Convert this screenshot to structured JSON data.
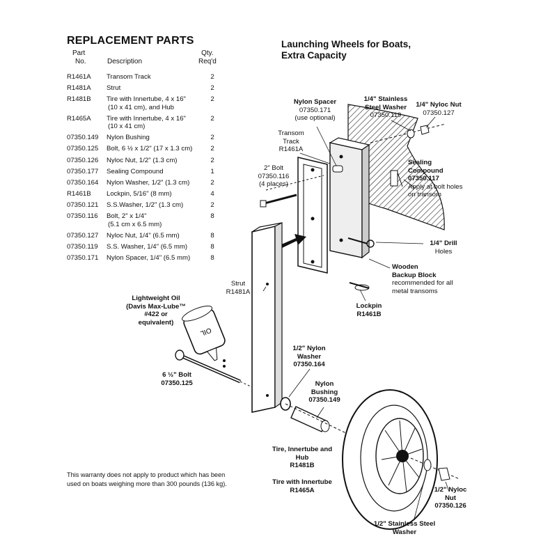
{
  "header": {
    "title": "REPLACEMENT PARTS",
    "doc_title_line1": "Launching Wheels for Boats,",
    "doc_title_line2": "Extra Capacity"
  },
  "columns": {
    "part_no_line1": "Part",
    "part_no_line2": "No.",
    "description": "Description",
    "qty_line1": "Qty.",
    "qty_line2": "Req'd"
  },
  "parts": [
    {
      "part_no": "R1461A",
      "description": "Transom Track",
      "description2": "",
      "qty": "2"
    },
    {
      "part_no": "R1481A",
      "description": "Strut",
      "description2": "",
      "qty": "2"
    },
    {
      "part_no": "R1481B",
      "description": "Tire with Innertube, 4 x 16\"",
      "description2": "(10 x 41 cm), and Hub",
      "qty": "2"
    },
    {
      "part_no": "R1465A",
      "description": "Tire with Innertube, 4 x 16\"",
      "description2": "(10 x 41 cm)",
      "qty": "2"
    },
    {
      "part_no": "07350.149",
      "description": "Nylon Bushing",
      "description2": "",
      "qty": "2"
    },
    {
      "part_no": "07350.125",
      "description": "Bolt, 6 ½ x 1/2\" (17 x 1.3 cm)",
      "description2": "",
      "qty": "2"
    },
    {
      "part_no": "07350.126",
      "description": "Nyloc Nut, 1/2\" (1.3 cm)",
      "description2": "",
      "qty": "2"
    },
    {
      "part_no": "07350.177",
      "description": "Sealing Compound",
      "description2": "",
      "qty": "1"
    },
    {
      "part_no": "07350.164",
      "description": "Nylon Washer, 1/2\" (1.3 cm)",
      "description2": "",
      "qty": "2"
    },
    {
      "part_no": "R1461B",
      "description": "Lockpin, 5/16\" (8 mm)",
      "description2": "",
      "qty": "4"
    },
    {
      "part_no": "07350.121",
      "description": "S.S.Washer, 1/2\" (1.3 cm)",
      "description2": "",
      "qty": "2"
    },
    {
      "part_no": "07350.116",
      "description": "Bolt, 2\" x 1/4\"",
      "description2": "(5.1 cm x 6.5 mm)",
      "qty": "8"
    },
    {
      "part_no": "07350.127",
      "description": "Nyloc Nut, 1/4\" (6.5 mm)",
      "description2": "",
      "qty": "8"
    },
    {
      "part_no": "07350.119",
      "description": "S.S. Washer, 1/4\" (6.5 mm)",
      "description2": "",
      "qty": "8"
    },
    {
      "part_no": "07350.171",
      "description": "Nylon Spacer, 1/4\" (6.5 mm)",
      "description2": "",
      "qty": "8"
    }
  ],
  "callouts": {
    "nylon_spacer": {
      "l1": "Nylon Spacer",
      "l2": "07350.171",
      "l3": "(use optional)"
    },
    "ss_washer_quarter": {
      "l1": "1/4\" Stainless",
      "l2": "Steel Washer",
      "l3": "07350.119"
    },
    "nyloc_nut_quarter": {
      "l1": "1/4\" Nyloc Nut",
      "l2": "07350.127"
    },
    "transom_track": {
      "l1": "Transom",
      "l2": "Track",
      "l3": "R1461A"
    },
    "bolt_2in": {
      "l1": "2\" Bolt",
      "l2": "07350.116",
      "l3": "(4 places)"
    },
    "sealing_compound": {
      "l1": "Sealing",
      "l2": "Compound",
      "l3": "07350.117",
      "l4": "Apply at bolt holes",
      "l5": "on transom"
    },
    "drill_holes": {
      "l1": "1/4\" Drill",
      "l2": "Holes"
    },
    "backup_block": {
      "l1": "Wooden",
      "l2": "Backup Block",
      "l3": "recommended for all",
      "l4": "metal transoms"
    },
    "strut": {
      "l1": "Strut",
      "l2": "R1481A"
    },
    "lockpin": {
      "l1": "Lockpin",
      "l2": "R1461B"
    },
    "oil": {
      "l1": "Lightweight Oil",
      "l2": "(Davis Max-Lube™",
      "l3": "#422 or",
      "l4": "equivalent)",
      "label": "OIL"
    },
    "nylon_washer_half": {
      "l1": "1/2\" Nylon",
      "l2": "Washer",
      "l3": "07350.164"
    },
    "bolt_6half": {
      "l1": "6 ½\" Bolt",
      "l2": "07350.125"
    },
    "nylon_bushing": {
      "l1": "Nylon",
      "l2": "Bushing",
      "l3": "07350.149"
    },
    "tire_hub": {
      "l1": "Tire, Innertube and",
      "l2": "Hub",
      "l3": "R1481B"
    },
    "tire_innertube": {
      "l1": "Tire with Innertube",
      "l2": "R1465A"
    },
    "nyloc_nut_half": {
      "l1": "1/2\" Nyloc",
      "l2": "Nut",
      "l3": "07350.126"
    },
    "ss_washer_half": {
      "l1": "1/2\" Stainless Steel",
      "l2": "Washer"
    }
  },
  "warranty": {
    "line1": "This warranty does not apply to product which has been",
    "line2": "used on boats weighing more than 300 pounds (136 kg)."
  }
}
